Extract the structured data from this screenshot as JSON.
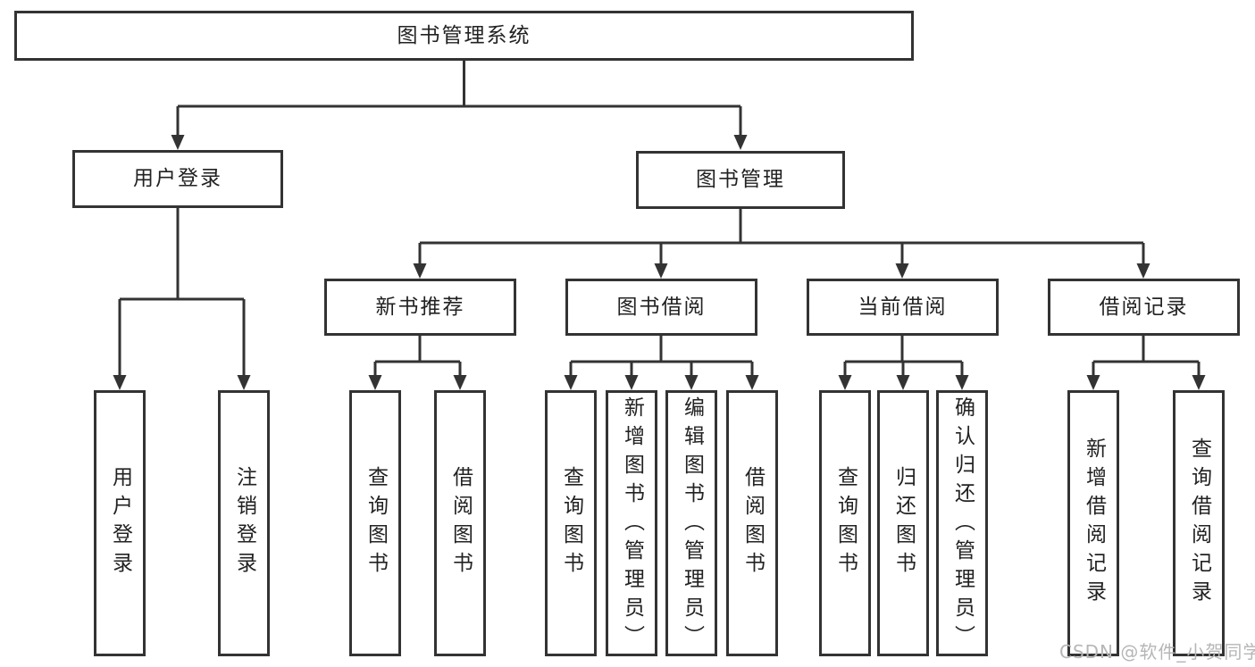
{
  "diagram": {
    "root": {
      "label": "图书管理系统",
      "children": [
        {
          "label": "用户登录",
          "children": [
            {
              "label": "用户登录"
            },
            {
              "label": "注销登录"
            }
          ]
        },
        {
          "label": "图书管理",
          "children": [
            {
              "label": "新书推荐",
              "children": [
                {
                  "label": "查询图书"
                },
                {
                  "label": "借阅图书"
                }
              ]
            },
            {
              "label": "图书借阅",
              "children": [
                {
                  "label": "查询图书"
                },
                {
                  "label": "新增图书（管理员）"
                },
                {
                  "label": "编辑图书（管理员）"
                },
                {
                  "label": "借阅图书"
                }
              ]
            },
            {
              "label": "当前借阅",
              "children": [
                {
                  "label": "查询图书"
                },
                {
                  "label": "归还图书"
                },
                {
                  "label": "确认归还（管理员）"
                }
              ]
            },
            {
              "label": "借阅记录",
              "children": [
                {
                  "label": "新增借阅记录"
                },
                {
                  "label": "查询借阅记录"
                }
              ]
            }
          ]
        }
      ]
    }
  },
  "watermark": "CSDN @软件_小贺同学",
  "colors": {
    "line": "#333333",
    "text": "#222222",
    "watermark": "#b6b6b6",
    "background": "#ffffff"
  }
}
